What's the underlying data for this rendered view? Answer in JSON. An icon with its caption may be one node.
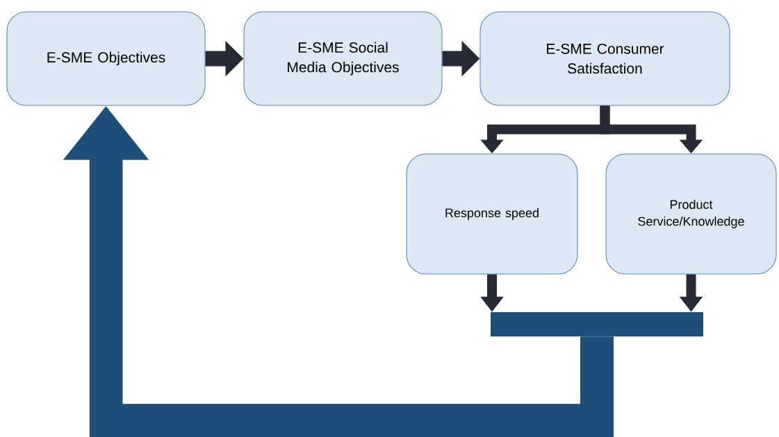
{
  "diagram": {
    "nodes": [
      {
        "text": [
          "E-SME Objectives"
        ]
      },
      {
        "text": [
          "E-SME Social Media Objectives"
        ]
      },
      {
        "text": [
          "E-SME Consumer Satisfaction"
        ]
      },
      {
        "text": [
          "Response speed"
        ]
      },
      {
        "text": [
          "Product Service/Knowledge"
        ]
      },
      {
        "text": [],
        "shape": "bar"
      }
    ],
    "edges": [
      {
        "from": 0,
        "to": 1,
        "arrow": "to"
      },
      {
        "from": 1,
        "to": 2,
        "arrow": "to"
      },
      {
        "from": 2,
        "to": 3,
        "arrow": "to"
      },
      {
        "from": 2,
        "to": 4,
        "arrow": "to"
      },
      {
        "from": 3,
        "to": 5,
        "arrow": "to"
      },
      {
        "from": 4,
        "to": 5,
        "arrow": "to"
      },
      {
        "from": 5,
        "to": 0,
        "arrow": "to",
        "style": "thick",
        "color": "#1f4e79"
      }
    ]
  }
}
